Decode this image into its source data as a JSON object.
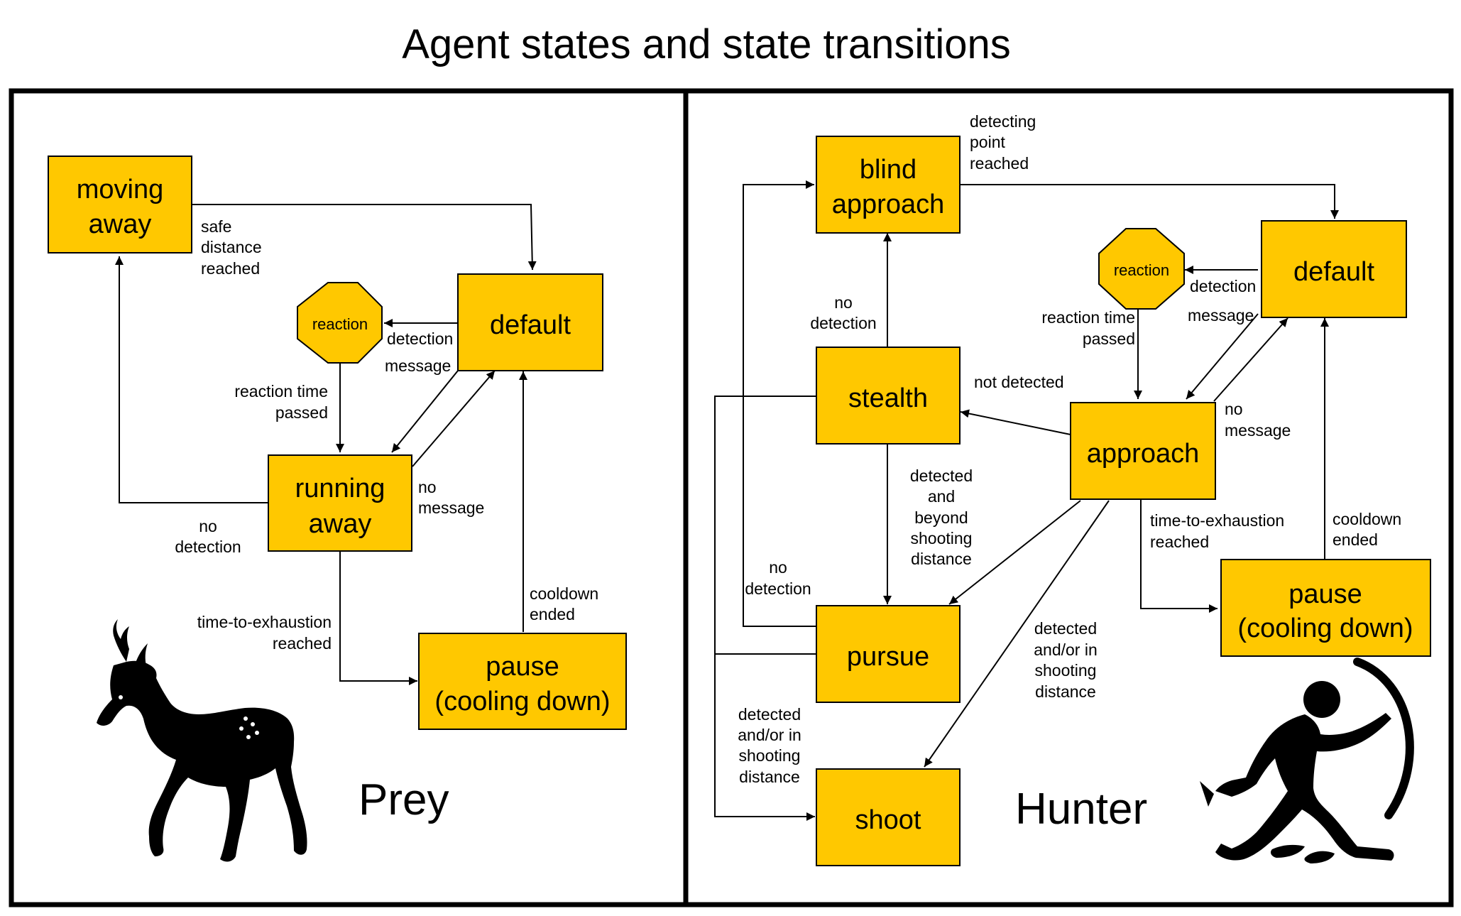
{
  "title": "Agent states and state transitions",
  "prey": {
    "name": "Prey",
    "states": {
      "moving_away": [
        "moving",
        "away"
      ],
      "default": [
        "default"
      ],
      "reaction": [
        "reaction"
      ],
      "running_away": [
        "running",
        "away"
      ],
      "pause": [
        "pause",
        "(cooling down)"
      ]
    },
    "labels": {
      "safe_distance": [
        "safe",
        "distance",
        "reached"
      ],
      "detection_message": [
        "detection",
        "message"
      ],
      "reaction_time": [
        "reaction time",
        "passed"
      ],
      "no_message": [
        "no",
        "message"
      ],
      "no_detection": [
        "no",
        "detection"
      ],
      "cooldown_ended": [
        "cooldown",
        "ended"
      ],
      "time_to_exhaustion": [
        "time-to-exhaustion",
        "reached"
      ]
    }
  },
  "hunter": {
    "name": "Hunter",
    "states": {
      "blind_approach": [
        "blind",
        "approach"
      ],
      "reaction": [
        "reaction"
      ],
      "default": [
        "default"
      ],
      "stealth": [
        "stealth"
      ],
      "approach": [
        "approach"
      ],
      "pursue": [
        "pursue"
      ],
      "pause": [
        "pause",
        "(cooling down)"
      ],
      "shoot": [
        "shoot"
      ]
    },
    "labels": {
      "detecting_point": [
        "detecting",
        "point",
        "reached"
      ],
      "detection": [
        "detection"
      ],
      "message": [
        "message"
      ],
      "reaction_time": [
        "reaction time",
        "passed"
      ],
      "no_detection_top": [
        "no",
        "detection"
      ],
      "not_detected": [
        "not detected"
      ],
      "no_message": [
        "no",
        "message"
      ],
      "detected_beyond": [
        "detected",
        "and",
        "beyond",
        "shooting",
        "distance"
      ],
      "time_to_exhaustion": [
        "time-to-exhaustion",
        "reached"
      ],
      "cooldown_ended": [
        "cooldown",
        "ended"
      ],
      "no_detection_left": [
        "no",
        "detection"
      ],
      "detected_in_shooting_right": [
        "detected",
        "and/or in",
        "shooting",
        "distance"
      ],
      "detected_in_shooting_left": [
        "detected",
        "and/or in",
        "shooting",
        "distance"
      ]
    }
  },
  "icons": {
    "prey_figure": "deer-silhouette-icon",
    "hunter_figure": "archer-silhouette-icon"
  },
  "colors": {
    "state_fill": "#ffc800",
    "stroke": "#000000",
    "background": "#ffffff"
  }
}
